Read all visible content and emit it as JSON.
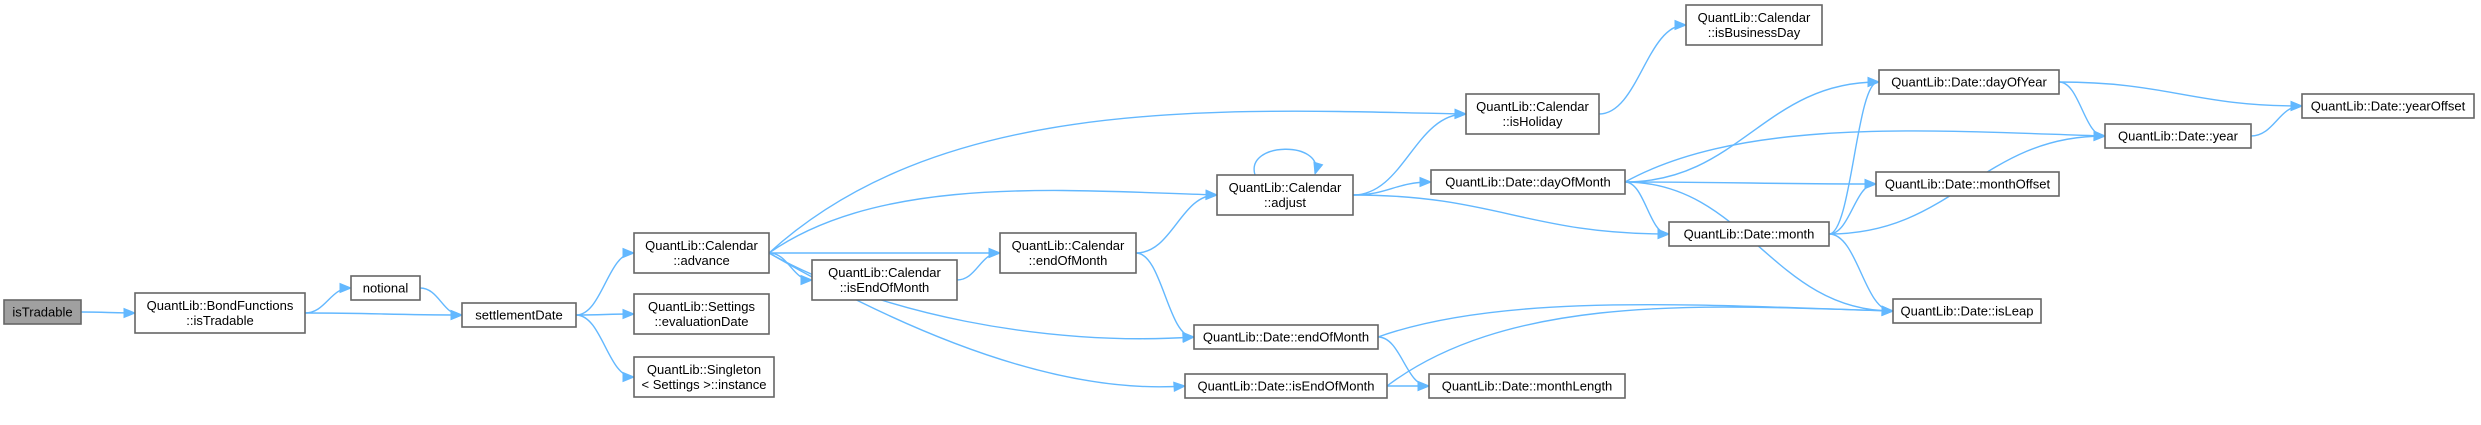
{
  "diagram": {
    "colors": {
      "edge": "#63b8ff",
      "node_border": "#666666",
      "root_fill": "#a0a0a0",
      "node_fill": "#ffffff"
    },
    "nodes": [
      {
        "id": "isTradable",
        "lines": [
          "isTradable"
        ],
        "root": true
      },
      {
        "id": "bf_isTradable",
        "lines": [
          "QuantLib::BondFunctions",
          "::isTradable"
        ]
      },
      {
        "id": "notional",
        "lines": [
          "notional"
        ]
      },
      {
        "id": "settlementDate",
        "lines": [
          "settlementDate"
        ]
      },
      {
        "id": "cal_advance",
        "lines": [
          "QuantLib::Calendar",
          "::advance"
        ]
      },
      {
        "id": "settings_evalDate",
        "lines": [
          "QuantLib::Settings",
          "::evaluationDate"
        ]
      },
      {
        "id": "singleton_instance",
        "lines": [
          "QuantLib::Singleton",
          "< Settings >::instance"
        ]
      },
      {
        "id": "cal_isEndOfMonth",
        "lines": [
          "QuantLib::Calendar",
          "::isEndOfMonth"
        ]
      },
      {
        "id": "cal_endOfMonth",
        "lines": [
          "QuantLib::Calendar",
          "::endOfMonth"
        ]
      },
      {
        "id": "cal_adjust",
        "lines": [
          "QuantLib::Calendar",
          "::adjust"
        ]
      },
      {
        "id": "cal_isHoliday",
        "lines": [
          "QuantLib::Calendar",
          "::isHoliday"
        ]
      },
      {
        "id": "cal_isBusinessDay",
        "lines": [
          "QuantLib::Calendar",
          "::isBusinessDay"
        ]
      },
      {
        "id": "date_endOfMonth",
        "lines": [
          "QuantLib::Date::endOfMonth"
        ]
      },
      {
        "id": "date_isEndOfMonth",
        "lines": [
          "QuantLib::Date::isEndOfMonth"
        ]
      },
      {
        "id": "date_dayOfMonth",
        "lines": [
          "QuantLib::Date::dayOfMonth"
        ]
      },
      {
        "id": "date_monthLength",
        "lines": [
          "QuantLib::Date::monthLength"
        ]
      },
      {
        "id": "date_month",
        "lines": [
          "QuantLib::Date::month"
        ]
      },
      {
        "id": "date_dayOfYear",
        "lines": [
          "QuantLib::Date::dayOfYear"
        ]
      },
      {
        "id": "date_monthOffset",
        "lines": [
          "QuantLib::Date::monthOffset"
        ]
      },
      {
        "id": "date_isLeap",
        "lines": [
          "QuantLib::Date::isLeap"
        ]
      },
      {
        "id": "date_year",
        "lines": [
          "QuantLib::Date::year"
        ]
      },
      {
        "id": "date_yearOffset",
        "lines": [
          "QuantLib::Date::yearOffset"
        ]
      }
    ],
    "edges": [
      [
        "isTradable",
        "bf_isTradable"
      ],
      [
        "bf_isTradable",
        "notional"
      ],
      [
        "bf_isTradable",
        "settlementDate"
      ],
      [
        "notional",
        "settlementDate"
      ],
      [
        "settlementDate",
        "cal_advance"
      ],
      [
        "settlementDate",
        "settings_evalDate"
      ],
      [
        "settlementDate",
        "singleton_instance"
      ],
      [
        "cal_advance",
        "cal_isHoliday"
      ],
      [
        "cal_advance",
        "cal_adjust"
      ],
      [
        "cal_advance",
        "cal_isEndOfMonth"
      ],
      [
        "cal_advance",
        "cal_endOfMonth"
      ],
      [
        "cal_advance",
        "date_endOfMonth"
      ],
      [
        "cal_advance",
        "date_isEndOfMonth"
      ],
      [
        "cal_isEndOfMonth",
        "cal_endOfMonth"
      ],
      [
        "cal_endOfMonth",
        "cal_adjust"
      ],
      [
        "cal_endOfMonth",
        "date_endOfMonth"
      ],
      [
        "cal_adjust",
        "cal_adjust"
      ],
      [
        "cal_adjust",
        "cal_isHoliday"
      ],
      [
        "cal_adjust",
        "date_dayOfMonth"
      ],
      [
        "cal_adjust",
        "date_month"
      ],
      [
        "cal_isHoliday",
        "cal_isBusinessDay"
      ],
      [
        "date_dayOfMonth",
        "date_dayOfYear"
      ],
      [
        "date_dayOfMonth",
        "date_year"
      ],
      [
        "date_dayOfMonth",
        "date_monthOffset"
      ],
      [
        "date_dayOfMonth",
        "date_month"
      ],
      [
        "date_dayOfMonth",
        "date_isLeap"
      ],
      [
        "date_month",
        "date_dayOfYear"
      ],
      [
        "date_month",
        "date_monthOffset"
      ],
      [
        "date_month",
        "date_year"
      ],
      [
        "date_month",
        "date_isLeap"
      ],
      [
        "date_dayOfYear",
        "date_year"
      ],
      [
        "date_dayOfYear",
        "date_yearOffset"
      ],
      [
        "date_year",
        "date_yearOffset"
      ],
      [
        "date_endOfMonth",
        "date_monthLength"
      ],
      [
        "date_endOfMonth",
        "date_isLeap"
      ],
      [
        "date_isEndOfMonth",
        "date_monthLength"
      ],
      [
        "date_isEndOfMonth",
        "date_isLeap"
      ]
    ]
  }
}
